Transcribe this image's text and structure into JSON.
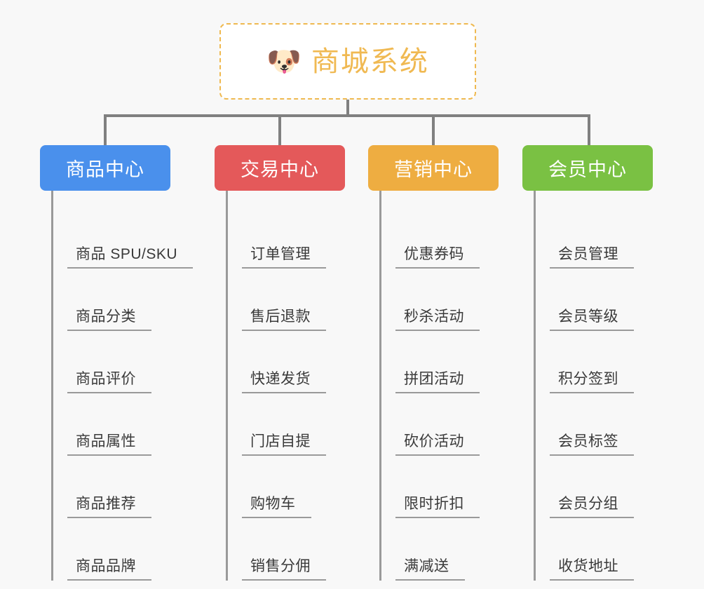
{
  "page": {
    "background_color": "#f8f8f8",
    "connector_color": "#808080",
    "leaf_line_color": "#9a9a9a",
    "leaf_text_color": "#3a3a3a"
  },
  "root": {
    "icon": "dog-face-emoji",
    "emoji": "🐶",
    "title": "商城系统",
    "text_color": "#f0b952",
    "border_color": "#efb950",
    "background_color": "#ffffff"
  },
  "categories": [
    {
      "label": "商品中心",
      "color": "#4a90ec",
      "items": [
        "商品 SPU/SKU",
        "商品分类",
        "商品评价",
        "商品属性",
        "商品推荐",
        "商品品牌"
      ]
    },
    {
      "label": "交易中心",
      "color": "#e4595a",
      "items": [
        "订单管理",
        "售后退款",
        "快递发货",
        "门店自提",
        "购物车",
        "销售分佣"
      ]
    },
    {
      "label": "营销中心",
      "color": "#eead41",
      "items": [
        "优惠券码",
        "秒杀活动",
        "拼团活动",
        "砍价活动",
        "限时折扣",
        "满减送"
      ]
    },
    {
      "label": "会员中心",
      "color": "#7ac143",
      "items": [
        "会员管理",
        "会员等级",
        "积分签到",
        "会员标签",
        "会员分组",
        "收货地址"
      ]
    }
  ]
}
